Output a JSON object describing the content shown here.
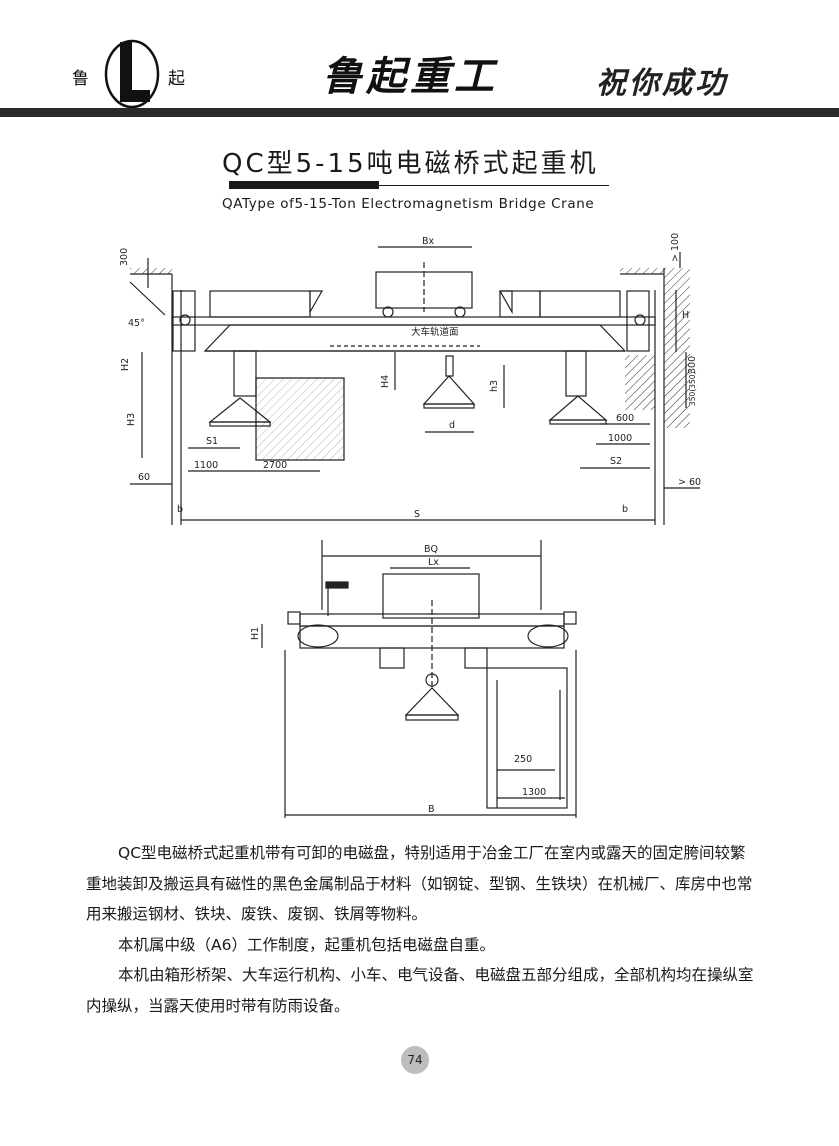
{
  "header": {
    "logo_left_char": "鲁",
    "logo_right_char": "起",
    "brand": "鲁起重工",
    "slogan": "祝你成功"
  },
  "title": {
    "cn": "QC型5-15吨电磁桥式起重机",
    "en": "QAType of5-15-Ton Electromagnetism Bridge Crane"
  },
  "drawing": {
    "elevation_labels": {
      "bx": "Bx",
      "rail": "大车轨道面",
      "d": "d",
      "s1": "S1",
      "s2": "S2",
      "s": "S",
      "b_left": "b",
      "b_right": "b",
      "dim_1100": "1100",
      "dim_2700": "2700",
      "dim_60_left": "60",
      "dim_60_right": "> 60",
      "dim_600": "600",
      "dim_1000": "1000",
      "h": "H",
      "h2": "H2",
      "h3_left": "H3",
      "h3_mid": "h3",
      "h4": "H4",
      "dim_300_top": "300",
      "dim_100": "> 100",
      "dim_300_right": "300",
      "dim_350": "350(350)",
      "angle": "45°"
    },
    "side_labels": {
      "bq": "BQ",
      "lx": "Lx",
      "h1": "H1",
      "b": "B",
      "dim_250": "250",
      "dim_1300": "1300"
    }
  },
  "body": {
    "p1": "QC型电磁桥式起重机带有可卸的电磁盘，特别适用于冶金工厂在室内或露天的固定胯间较繁重地装卸及搬运具有磁性的黑色金属制品于材料（如钢锭、型钢、生铁块）在机械厂、库房中也常用来搬运钢材、铁块、废铁、废钢、铁屑等物料。",
    "p2": "本机属中级（A6）工作制度，起重机包括电磁盘自重。",
    "p3": "本机由箱形桥架、大车运行机构、小车、电气设备、电磁盘五部分组成，全部机构均在操纵室内操纵，当露天使用时带有防雨设备。"
  },
  "page_number": "74"
}
